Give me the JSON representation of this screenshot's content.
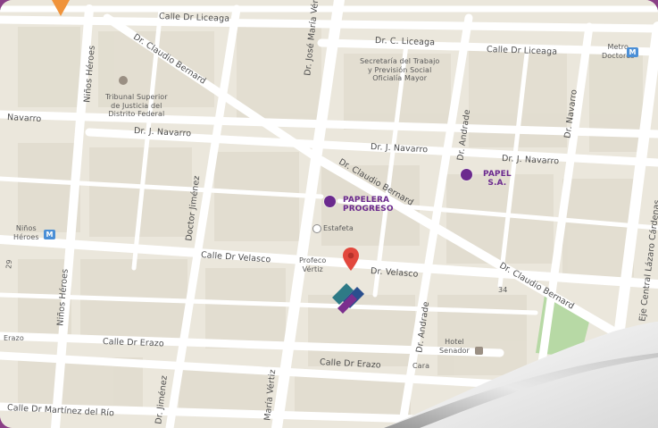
{
  "map": {
    "streets": {
      "calle_dr_liceaga": "Calle Dr Liceaga",
      "dr_c_liceaga": "Dr. C. Liceaga",
      "calle_dr_liceaga_2": "Calle Dr Liceaga",
      "dr_claudio_bernard_top": "Dr. Claudio Bernard",
      "navarro": "Navarro",
      "dr_j_navarro_left": "Dr. J. Navarro",
      "dr_j_navarro_mid": "Dr. J. Navarro",
      "dr_j_navarro_right": "Dr. J. Navarro",
      "dr_claudio_bernard_mid": "Dr. Claudio Bernard",
      "dr_claudio_bernard_right": "Dr. Claudio Bernard",
      "calle_dr_velasco": "Calle Dr Velasco",
      "dr_velasco": "Dr. Velasco",
      "calle_dr_erazo_left": "Calle Dr Erazo",
      "calle_dr_erazo_right": "Calle Dr Erazo",
      "calle_dr_martinez_del_rio": "Calle Dr Martínez del Río",
      "dr_jose_maria_vertiz": "Dr. José María Vértiz",
      "dr_jimenez_upper": "Doctor Jiménez",
      "dr_jimenez_lower": "Dr. Jiménez",
      "ninos_heroes_upper": "Niños Héroes",
      "ninos_heroes_lower": "Niños Héroes",
      "maria_vertiz_lower": "María Vértiz",
      "dr_andrade_upper": "Dr. Andrade",
      "dr_andrade_lower": "Dr. Andrade",
      "dr_navarro_vert": "Dr. Navarro",
      "eje_central": "Eje Central Lázaro Cárdenas",
      "calle_corner": "Calle",
      "erazo_small": "Erazo",
      "num_34": "34",
      "num_29": "29",
      "cara": "Cara"
    },
    "pois": {
      "tribunal": "Tribunal Superior\nde Justicia del\nDistrito Federal",
      "secretaria": "Secretaría del Trabajo\ny Previsión Social\nOficialía Mayor",
      "metro_doctores": "Metro\nDoctores",
      "ninos_heroes_metro": "Niños\nHéroes",
      "estafeta": "Estafeta",
      "profeco": "Profeco\nVértiz",
      "hotel": "Hotel\nSenador"
    },
    "brands": {
      "papelera_progreso": "PAPELERA\nPROGRESO",
      "papel_sa": "PAPEL\nS.A."
    },
    "metro_letter": "M",
    "colors": {
      "brand_purple": "#6b2a8e",
      "marker_red": "#e2483d",
      "road_white": "#ffffff",
      "block_beige": "#e4dfd2",
      "park_green": "#b7d9a5",
      "frame_purple": "#8a3f86"
    }
  }
}
